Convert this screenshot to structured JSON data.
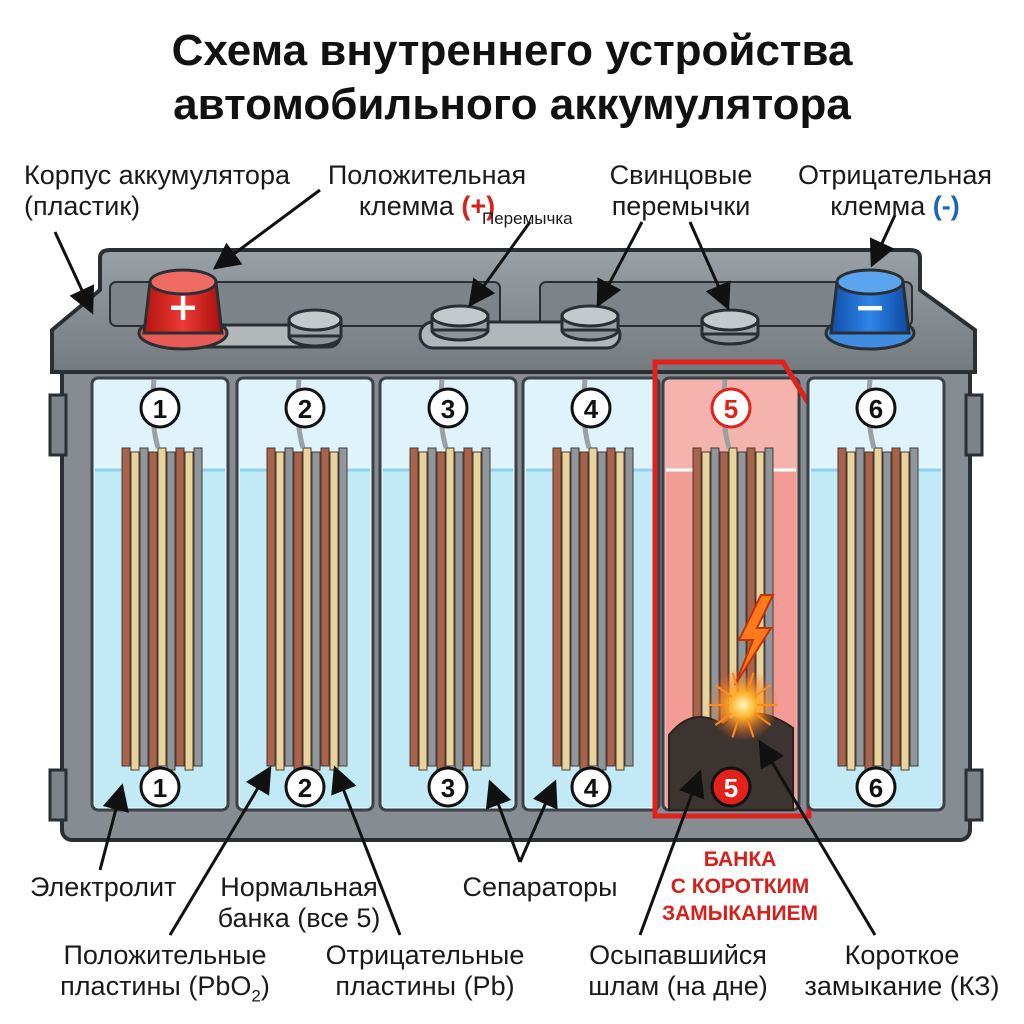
{
  "title": {
    "line1": "Схема внутреннего устройства",
    "line2": "автомобильного аккумулятора"
  },
  "labels": {
    "case_line1": "Корпус аккумулятора",
    "case_line2": "(пластик)",
    "positive_line1": "Положительная",
    "positive_line2": "клемма",
    "positive_sign": "(+)",
    "jumper_small": "Перемычка",
    "lead_line1": "Свинцовые",
    "lead_line2": "перемычки",
    "negative_line1": "Отрицательная",
    "negative_line2": "клемма",
    "negative_sign": "(-)",
    "electrolyte": "Электролит",
    "normal_line1": "Нормальная",
    "normal_line2": "банка (все 5)",
    "separators": "Сепараторы",
    "short_bank_line1": "БАНКА",
    "short_bank_line2": "С КОРОТКИМ",
    "short_bank_line3": "ЗАМЫКАНИЕМ",
    "pos_plates_line1": "Положительные",
    "pos_plates_line2": "пластины (PbO",
    "pos_plates_sub": "2",
    "pos_plates_end": ")",
    "neg_plates_line1": "Отрицательные",
    "neg_plates_line2": "пластины (Pb)",
    "sludge_line1": "Осыпавшийся",
    "sludge_line2": "шлам (на дне)",
    "kz_line1": "Короткое",
    "kz_line2": "замыкание (КЗ)"
  },
  "terminals": {
    "plus": "+",
    "minus": "−"
  },
  "cells": [
    {
      "top": "1",
      "bottom": "1"
    },
    {
      "top": "2",
      "bottom": "2"
    },
    {
      "top": "3",
      "bottom": "3"
    },
    {
      "top": "4",
      "bottom": "4"
    },
    {
      "top": "5",
      "bottom": "5"
    },
    {
      "top": "6",
      "bottom": "6"
    }
  ],
  "colors": {
    "positive": "#d6201c",
    "negative": "#1f63b8",
    "case": "#8c9296",
    "electrolyte": "#bfe9f6",
    "positive_plate": "#a8634a",
    "separator": "#e8d39a",
    "negative_plate": "#8f979c",
    "fault": "#e3211b"
  }
}
